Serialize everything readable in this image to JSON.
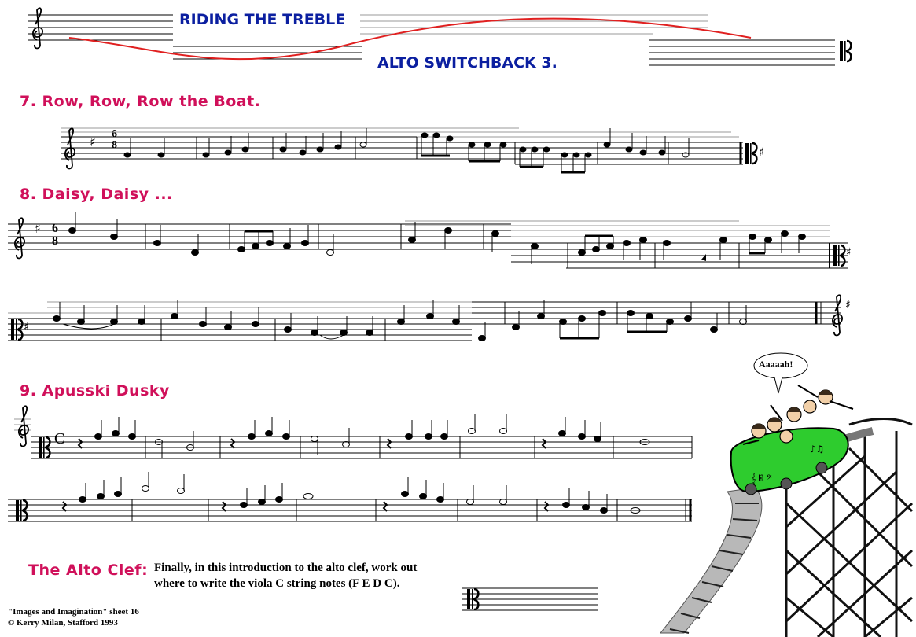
{
  "header": {
    "title": "RIDING THE TREBLE",
    "subtitle": "ALTO SWITCHBACK  3."
  },
  "pieces": [
    {
      "label": "7. Row, Row, Row the Boat.",
      "time": {
        "top": "6",
        "bottom": "8"
      }
    },
    {
      "label": "8. Daisy, Daisy ...",
      "time": {
        "top": "6",
        "bottom": "8"
      }
    },
    {
      "label": "9. Apusski Dusky",
      "time": {
        "symbol": "C"
      }
    }
  ],
  "footer": {
    "alto_label": "The Alto Clef:",
    "instructions_line1": "Finally, in this introduction to the alto clef, work out",
    "instructions_line2": "where to write the viola C string notes (F E D C).",
    "credit_line1": "\"Images and Imagination\" sheet 16",
    "credit_line2": "© Kerry Milan, Stafford 1993"
  },
  "illustration": {
    "speech": "Aaaaah!",
    "car_icons": [
      "treble-clef-icon",
      "alto-clef-icon",
      "bass-clef-icon"
    ]
  },
  "colors": {
    "title": "#0b1fa0",
    "piece_label": "#d0105a",
    "track": "#e02020",
    "car": "#2ecc2e"
  }
}
